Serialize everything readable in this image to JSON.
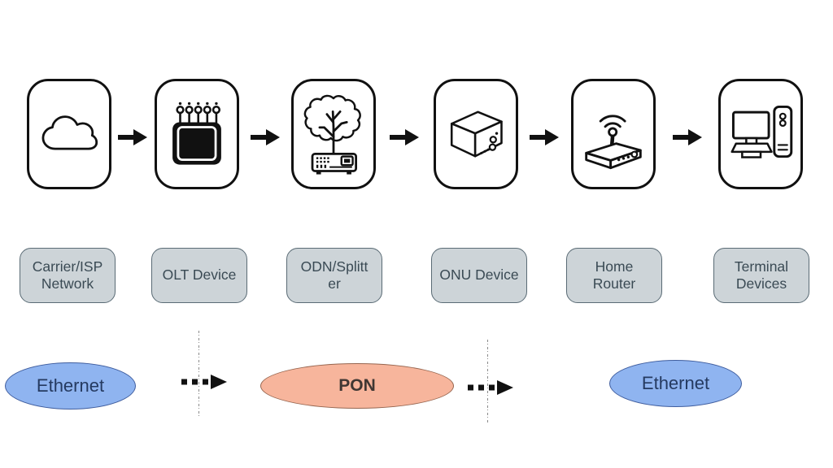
{
  "colors": {
    "label_box_fill": "#cdd4d8",
    "label_box_border": "#5a6b75",
    "label_text": "#3a4a54",
    "ethernet_fill": "#8fb4f0",
    "ethernet_border": "#3f5d9e",
    "ethernet_text": "#253a60",
    "pon_fill": "#f7b59c",
    "pon_border": "#96654f",
    "pon_text": "#403733",
    "icon_stroke": "#111111"
  },
  "diagram": {
    "nodes": [
      {
        "name": "carrier-isp-network",
        "icon": "cloud-icon",
        "label": "Carrier/ISP\nNetwork"
      },
      {
        "name": "olt-device",
        "icon": "olt-line-card-icon",
        "label": "OLT Device"
      },
      {
        "name": "odn-splitter",
        "icon": "splitter-tree-icon",
        "label": "ODN/Splitt\ner"
      },
      {
        "name": "onu-device",
        "icon": "onu-box-icon",
        "label": "ONU Device"
      },
      {
        "name": "home-router",
        "icon": "wifi-router-icon",
        "label": "Home\nRouter"
      },
      {
        "name": "terminal-devices",
        "icon": "desktop-computer-icon",
        "label": "Terminal\nDevices"
      }
    ],
    "link_segments": [
      {
        "label": "Ethernet",
        "type": "ethernet"
      },
      {
        "label": "PON",
        "type": "pon"
      },
      {
        "label": "Ethernet",
        "type": "ethernet"
      }
    ]
  }
}
